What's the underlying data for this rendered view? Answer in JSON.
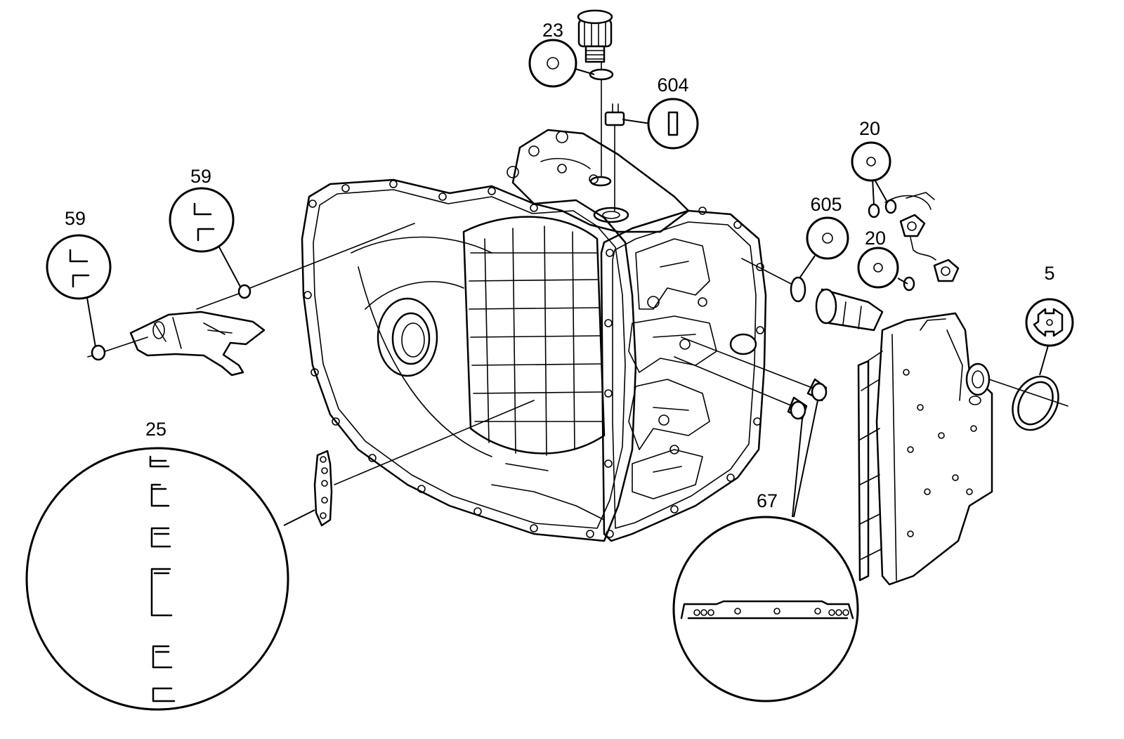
{
  "diagram": {
    "callouts": [
      {
        "id": "c23",
        "number": "23",
        "symbol": "washer"
      },
      {
        "id": "c604",
        "number": "604",
        "symbol": "rectangle"
      },
      {
        "id": "c20a",
        "number": "20",
        "symbol": "washer"
      },
      {
        "id": "c20b",
        "number": "20",
        "symbol": "washer"
      },
      {
        "id": "c605",
        "number": "605",
        "symbol": "washer"
      },
      {
        "id": "c5",
        "number": "5",
        "symbol": "seal-profile"
      },
      {
        "id": "c59a",
        "number": "59",
        "symbol": "brackets"
      },
      {
        "id": "c59b",
        "number": "59",
        "symbol": "brackets"
      },
      {
        "id": "c25",
        "number": "25",
        "symbol": "spring-clips"
      },
      {
        "id": "c67",
        "number": "67",
        "symbol": "gasket-profile"
      }
    ],
    "colors": {
      "line": "#000000",
      "background": "#ffffff"
    }
  }
}
